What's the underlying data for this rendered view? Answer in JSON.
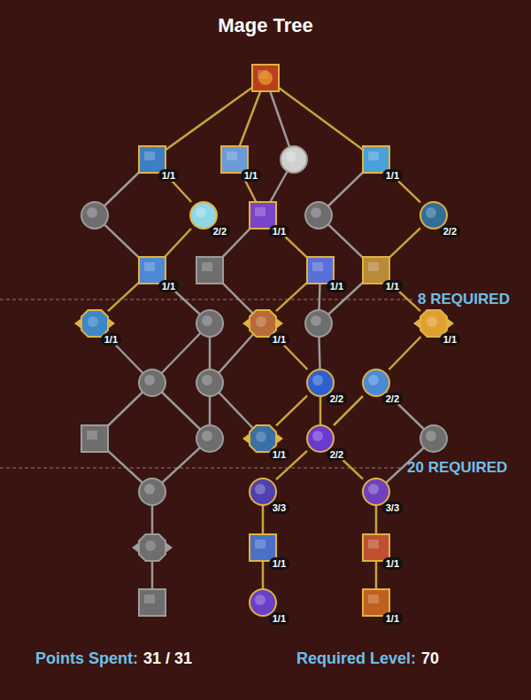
{
  "diagram": {
    "title": "Mage Tree",
    "nodes": [
      {
        "text": [
          "1/1"
        ]
      },
      {
        "text": [
          "1/1"
        ]
      },
      {
        "text": [
          "1/1"
        ]
      },
      {
        "text": [
          "2/2"
        ]
      },
      {
        "text": [
          "1/1"
        ]
      },
      {
        "text": [
          "2/2"
        ]
      },
      {
        "text": [
          "1/1"
        ]
      },
      {
        "text": [
          "1/1"
        ]
      },
      {
        "text": [
          "1/1"
        ]
      },
      {
        "text": [
          "1/1"
        ]
      },
      {
        "text": [
          "1/1"
        ]
      },
      {
        "text": [
          "1/1"
        ]
      },
      {
        "text": [
          "2/2"
        ]
      },
      {
        "text": [
          "2/2"
        ]
      },
      {
        "text": [
          "1/1"
        ]
      },
      {
        "text": [
          "2/2"
        ]
      },
      {
        "text": [
          "3/3"
        ]
      },
      {
        "text": [
          "3/3"
        ]
      },
      {
        "text": [
          "1/1"
        ]
      },
      {
        "text": [
          "1/1"
        ]
      },
      {
        "text": [
          "1/1"
        ]
      },
      {
        "text": [
          "1/1"
        ]
      }
    ],
    "edges": [
      {
        "from": 0,
        "to": 3,
        "arrow": "none"
      },
      {
        "from": 1,
        "to": 4,
        "arrow": "none"
      },
      {
        "from": 2,
        "to": 5,
        "arrow": "none"
      },
      {
        "from": 3,
        "to": 6,
        "arrow": "none"
      },
      {
        "from": 4,
        "to": 7,
        "arrow": "none"
      },
      {
        "from": 5,
        "to": 8,
        "arrow": "none"
      },
      {
        "from": 6,
        "to": 9,
        "arrow": "none"
      },
      {
        "from": 7,
        "to": 10,
        "arrow": "none"
      },
      {
        "from": 8,
        "to": 11,
        "arrow": "none"
      },
      {
        "from": 10,
        "to": 12,
        "arrow": "none"
      },
      {
        "from": 11,
        "to": 13,
        "arrow": "none"
      },
      {
        "from": 12,
        "to": 14,
        "arrow": "none"
      },
      {
        "from": 12,
        "to": 15,
        "arrow": "none"
      },
      {
        "from": 13,
        "to": 15,
        "arrow": "none"
      },
      {
        "from": 15,
        "to": 16,
        "arrow": "none"
      },
      {
        "from": 15,
        "to": 17,
        "arrow": "none"
      },
      {
        "from": 16,
        "to": 18,
        "arrow": "none"
      },
      {
        "from": 18,
        "to": 20,
        "arrow": "none"
      },
      {
        "from": 17,
        "to": 19,
        "arrow": "none"
      },
      {
        "from": 19,
        "to": 21,
        "arrow": "none"
      }
    ],
    "labels": [
      "8 REQUIRED",
      "20 REQUIRED",
      "Points Spent:",
      "31 / 31",
      "Required Level:",
      "70"
    ]
  }
}
